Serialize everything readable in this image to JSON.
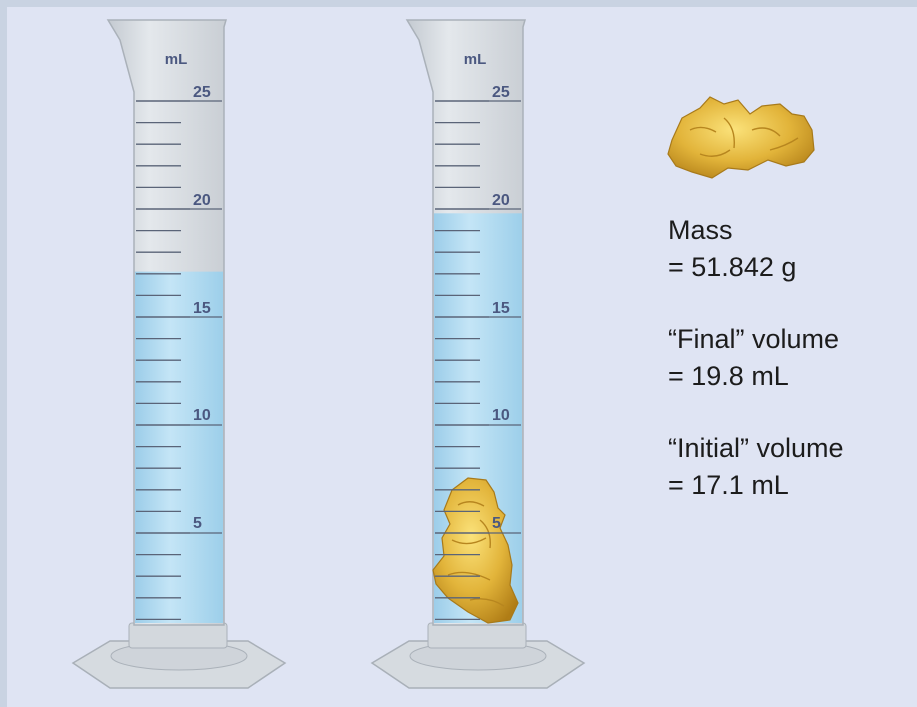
{
  "unit_label": "mL",
  "scale_labels": [
    "25",
    "20",
    "15",
    "10",
    "5"
  ],
  "cylinders": [
    {
      "name": "initial-cylinder",
      "liquid_level_ml": 17.1,
      "contains_nugget": false
    },
    {
      "name": "final-cylinder",
      "liquid_level_ml": 19.8,
      "contains_nugget": true
    }
  ],
  "info": {
    "mass_label": "Mass",
    "mass_value": "= 51.842 g",
    "final_label": "“Final” volume",
    "final_value": "= 19.8 mL",
    "initial_label": "“Initial” volume",
    "initial_value": "= 17.1 mL"
  },
  "colors": {
    "background": "#dfe4f3",
    "glass": "#d3d8de",
    "water": "#a9d6ee",
    "gold": "#e3b83a",
    "label": "#4b5880"
  }
}
